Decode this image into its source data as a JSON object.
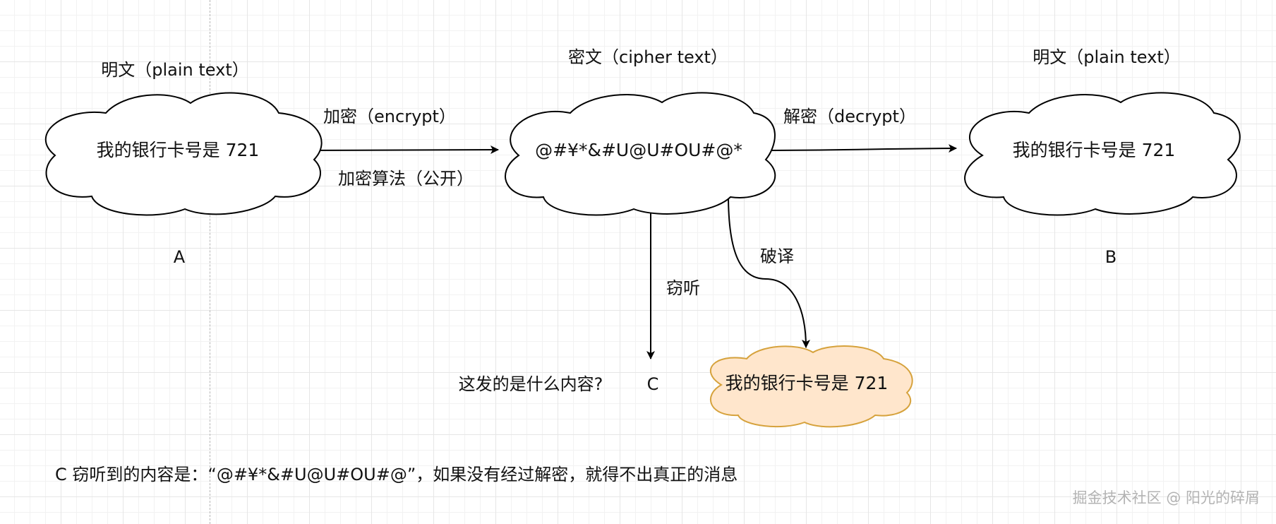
{
  "plaintext_sender": {
    "title": "明文（plain text）",
    "message": "我的银行卡号是 721",
    "party": "A"
  },
  "ciphertext": {
    "title": "密文（cipher text）",
    "message": "@#¥*&#U@U#OU#@*"
  },
  "plaintext_receiver": {
    "title": "明文（plain text）",
    "message": "我的银行卡号是 721",
    "party": "B"
  },
  "encrypt_edge": {
    "label": "加密（encrypt）",
    "sublabel": "加密算法（公开）"
  },
  "decrypt_edge": {
    "label": "解密（decrypt）"
  },
  "eavesdrop_edge": {
    "label": "窃听"
  },
  "crack_edge": {
    "label": "破译"
  },
  "eavesdropper": {
    "question": "这发的是什么内容?",
    "party": "C"
  },
  "cracked_plaintext": {
    "message": "我的银行卡号是 721"
  },
  "footer_note": "C 窃听到的内容是：“@#¥*&#U@U#OU#@”，如果没有经过解密，就得不出真正的消息",
  "watermark": "掘金技术社区 @ 阳光的碎屑",
  "colors": {
    "cloud_fill": "#ffffff",
    "cloud_stroke": "#000000",
    "cracked_cloud_fill": "#ffe6cc",
    "cracked_cloud_stroke": "#d6a23c",
    "edge_stroke": "#000000"
  }
}
